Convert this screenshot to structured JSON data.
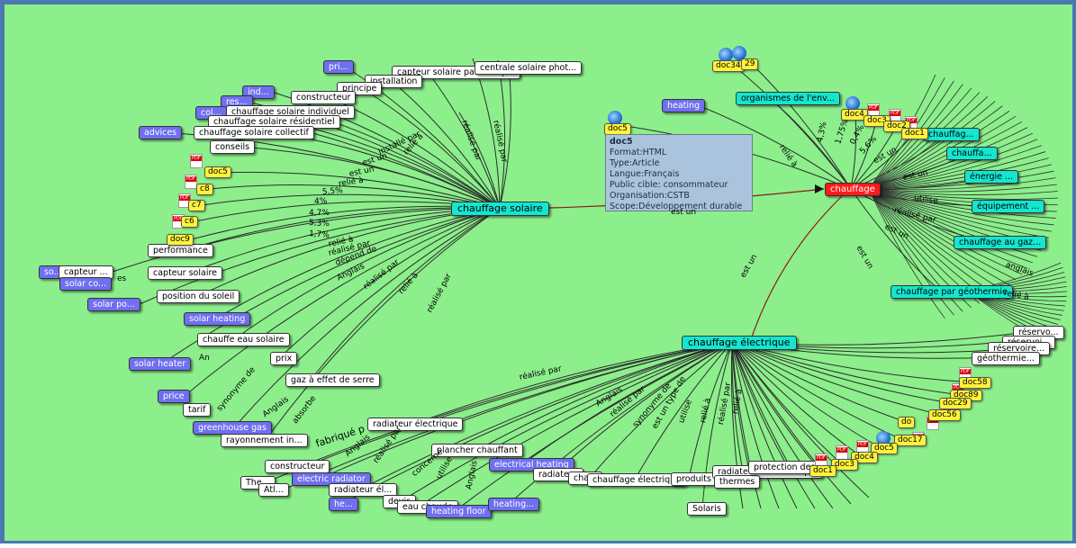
{
  "hubs": {
    "solaire": "chauffage solaire",
    "chauffage": "chauffage",
    "electrique": "chauffage électrique"
  },
  "top_nodes": {
    "parabolique": "capteur solaire parabolique",
    "photo": "centrale solaire phot...",
    "installation": "installation",
    "principe": "principe",
    "constructeur": "constructeur",
    "pri": "pri...",
    "ind": "ind...",
    "res": "res...",
    "col": "col...",
    "individuel": "chauffage solaire individuel",
    "residentiel": "chauffage solaire résidentiel",
    "collectif": "chauffage solaire collectif",
    "advices": "advices",
    "conseils": "conseils",
    "heating": "heating"
  },
  "left_nodes": {
    "performance": "performance",
    "so": "so...",
    "capteur_dot": "capteur ...",
    "solar_co": "solar co...",
    "capteur_solaire": "capteur solaire",
    "solar_po": "solar po...",
    "position": "position du soleil",
    "solar_heating": "solar heating",
    "chauffe_eau": "chauffe eau solaire",
    "solar_heater": "solar heater",
    "prix": "prix",
    "price": "price",
    "tarif": "tarif",
    "gaz_serre": "gaz à effet de serre",
    "greenhouse": "greenhouse gas",
    "rayonnement": "rayonnement in..."
  },
  "bottom_nodes": {
    "radiateur": "radiateur électrique",
    "constructeur": "constructeur",
    "electric_radiator": "electric radiator",
    "the": "The...",
    "atl": "Atl...",
    "radiateur_el": "radiateur él...",
    "he": "he...",
    "plancher": "plancher chauffant",
    "electrical": "electrical heating",
    "radiateur2": "radiateur",
    "cha": "cha...",
    "chauffage_elec2": "chauffage électrique",
    "produits": "produits",
    "radiateur_basse": "radiateur basse temp...",
    "thermes": "thermes",
    "protection": "protection des",
    "heating_floor": "heating floor",
    "heating_dot": "heating...",
    "solaris": "Solaris",
    "devis": "devis",
    "eau_chaude": "eau chaude"
  },
  "right_nodes": {
    "organismes": "organismes de l'env...",
    "chauffag": "chauffag...",
    "chauffa": "chauffa...",
    "energie": "énergie ...",
    "equipement": "équipement ...",
    "gaz": "chauffage au gaz...",
    "geothermie": "chauffage par géothermie",
    "reservo1": "réservo...",
    "reservoi": "réservoi...",
    "reservoire": "réservoire...",
    "geothermie2": "géothermie..."
  },
  "docs": {
    "d34": "doc34",
    "d29": "29",
    "d5top": "doc5",
    "d4": "doc4",
    "d3": "doc3",
    "d2": "doc2",
    "d1": "doc1",
    "l5": "doc5",
    "l8": "c8",
    "l7": "c7",
    "l6": "c6",
    "l9": "doc9",
    "b58": "doc58",
    "b89": "doc89",
    "b29": "doc29",
    "b56": "doc56",
    "bdo": "do",
    "b17": "doc17",
    "b5": "doc5",
    "b4": "doc4",
    "b3": "doc3",
    "b1": "doc1"
  },
  "tooltip": {
    "title": "doc5",
    "format": "Format:HTML",
    "type": "Type:Article",
    "langue": "Langue:Français",
    "public": "Public cible: consommateur",
    "organisation": "Organisation:CSTB",
    "scope": "Scope:Développement durable"
  },
  "edge_labels": {
    "l1": "installé par",
    "l2": "relié à",
    "l3": "est un",
    "l4": "est un",
    "l5": "relié à",
    "l6": "5,5%",
    "l7": "4%",
    "l8": "4,7%",
    "l9": "5,3%",
    "l10": "1,7%",
    "l11": "relié à",
    "l12": "réalisé par",
    "l13": "dépend de",
    "l14": "Anglais",
    "l15": "réalisé par",
    "l16": "relié à",
    "l17": "réalisé par",
    "l18": "réalisé par",
    "l19": "est un",
    "l20": "réalisé par",
    "l21": "réalisé par",
    "l22": "Anglais",
    "l23": "réalisé par",
    "l24": "synonyme de",
    "l25": "est un type de",
    "l26": "utilise",
    "l27": "relié à",
    "l28": "réalisé par",
    "l29": "relié à",
    "l30": "fabriqué p",
    "l31": "Anglais",
    "l32": "réalisé par",
    "l33": "concerné",
    "l34": "utilise",
    "l35": "Anglais",
    "l36": "synonyme de",
    "l37": "Anglais",
    "l38": "absorbe",
    "l39": "est un",
    "l40": "utilise",
    "l41": "réalisé par",
    "l42": "est un",
    "l43": "est un",
    "l44": "relié à",
    "l45": "4,3%",
    "l46": "1,75%",
    "l47": "0,4%",
    "l48": "5,6%",
    "l49": "est un",
    "l50": "est un",
    "l51": "es",
    "l52": "An",
    "l53": "relié à",
    "l54": "anglais"
  },
  "colors": {
    "background": "#8cef8c",
    "frame": "#4a78b3",
    "white_node": "#ffffff",
    "blue_node": "#6f6ff0",
    "teal_node": "#14e6d0",
    "red_node": "#ff1a1a",
    "doc_label": "#fff23a",
    "tooltip": "#a9c4dc",
    "edge": "#2d2d2d",
    "edge_red": "#8a1a1a"
  }
}
